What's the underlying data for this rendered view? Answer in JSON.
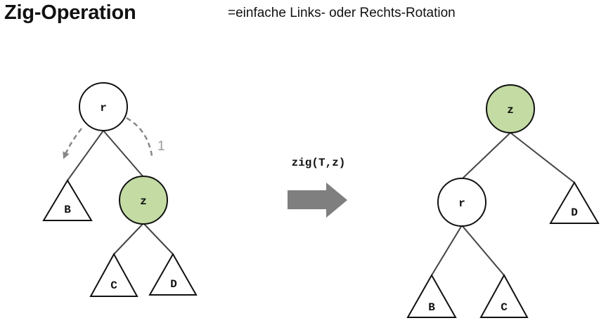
{
  "header": {
    "title": "Zig-Operation",
    "subtitle": "=einfache Links- oder Rechts-Rotation"
  },
  "left_tree": {
    "root": "r",
    "child": "z",
    "subtrees": [
      "B",
      "C",
      "D"
    ],
    "step_label": "1"
  },
  "operation": {
    "label": "zig(T,z)"
  },
  "right_tree": {
    "root": "z",
    "child": "r",
    "subtrees": [
      "D",
      "B",
      "C"
    ]
  },
  "colors": {
    "highlight_node": "#c4dca4",
    "edge": "#444444",
    "arrow": "#7f7f7f",
    "dashed": "#888888"
  }
}
